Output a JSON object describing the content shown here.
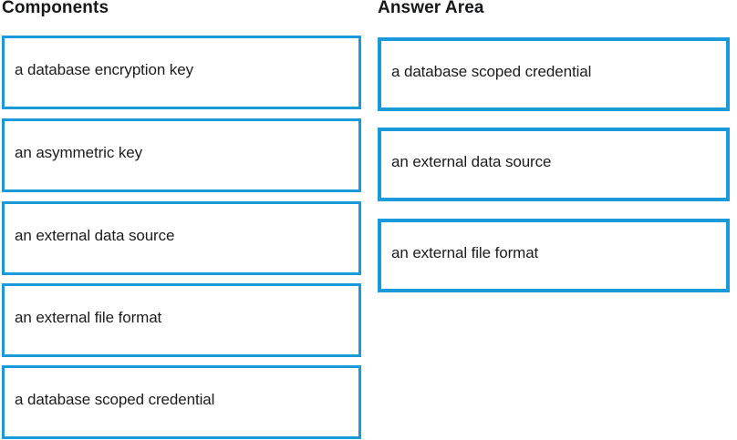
{
  "theme": {
    "box_border_color": "#1a9ad8",
    "box_fill_color": "#ffffff",
    "text_color": "#1c1c1c",
    "header_text_color": "#16181a",
    "page_background": "#ffffff"
  },
  "components": {
    "header": "Components",
    "items": [
      {
        "label": "a database encryption key"
      },
      {
        "label": "an asymmetric key"
      },
      {
        "label": "an external data source"
      },
      {
        "label": "an external file format"
      },
      {
        "label": "a database scoped credential"
      }
    ]
  },
  "answer_area": {
    "header": "Answer Area",
    "items": [
      {
        "label": "a database scoped credential"
      },
      {
        "label": "an external data source"
      },
      {
        "label": "an external file format"
      }
    ]
  }
}
